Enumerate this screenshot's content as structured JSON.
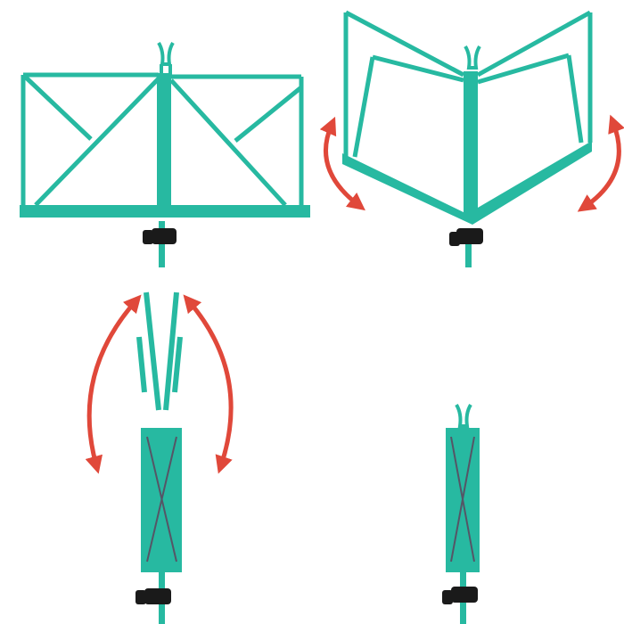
{
  "colors": {
    "stand": "#27b9a1",
    "stand_dark": "#1d9a85",
    "arrow": "#e0483a",
    "knob": "#1a1a1a",
    "background": "#ffffff"
  },
  "panels": [
    {
      "state": "open-flat"
    },
    {
      "state": "open-angled"
    },
    {
      "state": "folding"
    },
    {
      "state": "folded"
    }
  ]
}
